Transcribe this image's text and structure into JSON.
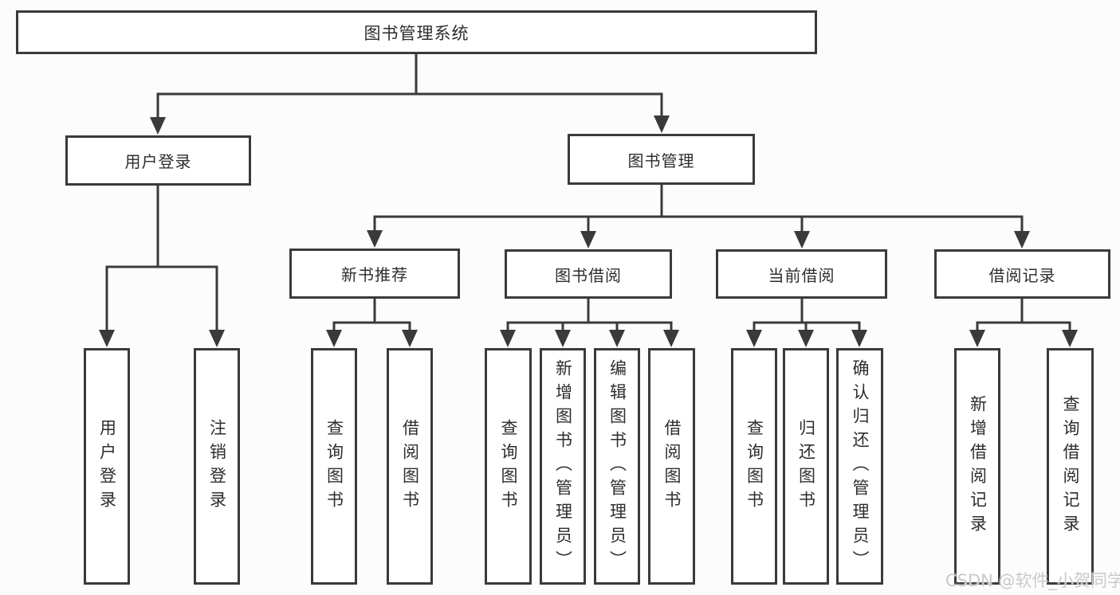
{
  "diagram_title": "图书管理系统",
  "tree": {
    "label": "图书管理系统",
    "children": [
      {
        "label": "用户登录",
        "children": [
          {
            "label": "用户登录"
          },
          {
            "label": "注销登录"
          }
        ]
      },
      {
        "label": "图书管理",
        "children": [
          {
            "label": "新书推荐",
            "children": [
              {
                "label": "查询图书"
              },
              {
                "label": "借阅图书"
              }
            ]
          },
          {
            "label": "图书借阅",
            "children": [
              {
                "label": "查询图书"
              },
              {
                "label": "新增图书（管理员）"
              },
              {
                "label": "编辑图书（管理员）"
              },
              {
                "label": "借阅图书"
              }
            ]
          },
          {
            "label": "当前借阅",
            "children": [
              {
                "label": "查询图书"
              },
              {
                "label": "归还图书"
              },
              {
                "label": "确认归还（管理员）"
              }
            ]
          },
          {
            "label": "借阅记录",
            "children": [
              {
                "label": "新增借阅记录"
              },
              {
                "label": "查询借阅记录"
              }
            ]
          }
        ]
      }
    ]
  },
  "watermark": "CSDN @软件_小贺同学",
  "colors": {
    "line": "#3a3a3a",
    "box_border": "#3a3a3a",
    "box_background": "#ffffff",
    "page_background": "#fcfcfc",
    "text": "#2d2d2d",
    "watermark": "#c9c9c9"
  }
}
